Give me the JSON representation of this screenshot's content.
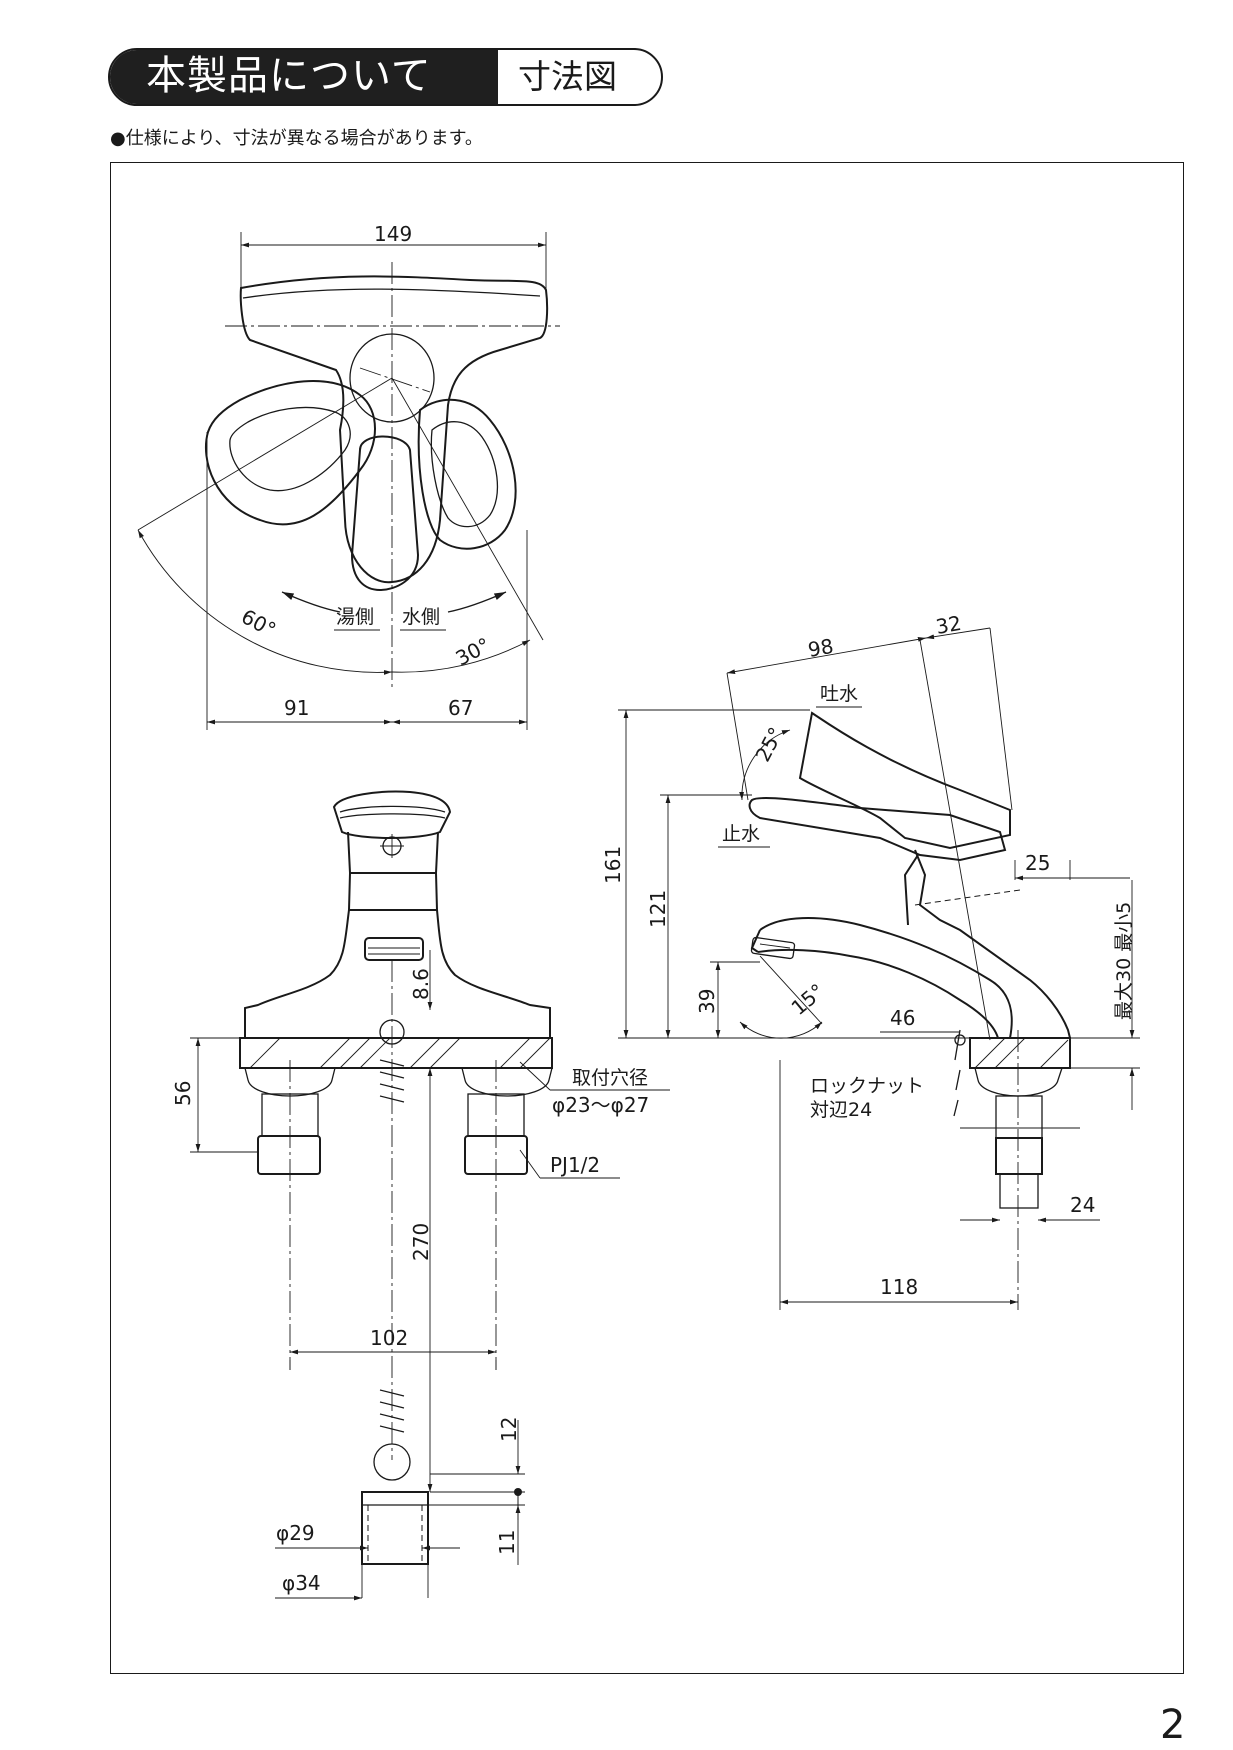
{
  "header": {
    "title": "本製品について",
    "subtitle": "寸法図"
  },
  "note": "●仕様により、寸法が異なる場合があります。",
  "page_number": "2",
  "top_view": {
    "dim_width": "149",
    "dim_left": "91",
    "dim_right": "67",
    "angle_hot": "60°",
    "angle_cold": "30°",
    "label_hot": "湯側",
    "label_cold": "水側"
  },
  "front_view": {
    "dim_86": "8.6",
    "dim_56": "56",
    "dim_270": "270",
    "dim_102": "102",
    "dim_12": "12",
    "dim_11": "11",
    "dim_phi29": "φ29",
    "dim_phi34": "φ34",
    "hole_label": "取付穴径",
    "hole_value": "φ23～φ27",
    "pipe_label": "PJ1/2"
  },
  "side_view": {
    "dim_98": "98",
    "dim_32": "32",
    "dim_161": "161",
    "dim_121": "121",
    "dim_39": "39",
    "dim_25_angle": "25°",
    "dim_15_angle": "15°",
    "dim_25": "25",
    "dim_46": "46",
    "dim_24": "24",
    "dim_118": "118",
    "label_spout": "吐水",
    "label_stop": "止水",
    "label_counter": "最大30 最小5",
    "locknut_label": "ロックナット",
    "locknut_value": "対辺24"
  }
}
